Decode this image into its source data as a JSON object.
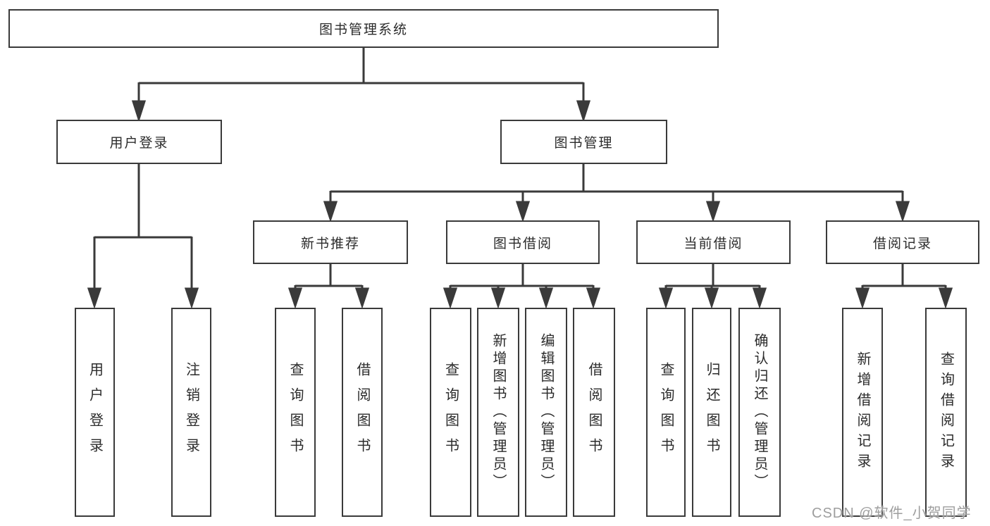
{
  "diagram": {
    "title": "图书管理系统",
    "watermark": "CSDN @软件_小贺同学",
    "colors": {
      "line": "#3a3a3a",
      "text": "#2b2b2b",
      "watermark": "#9e9e9e",
      "background": "#ffffff"
    },
    "nodes": {
      "root": {
        "label": "图书管理系统"
      },
      "user_login": {
        "label": "用户登录"
      },
      "book_mgmt": {
        "label": "图书管理"
      },
      "new_book_recommend": {
        "label": "新书推荐"
      },
      "book_borrow": {
        "label": "图书借阅"
      },
      "current_borrow": {
        "label": "当前借阅"
      },
      "borrow_record": {
        "label": "借阅记录"
      },
      "leaf_user_login": {
        "label": "用户登录"
      },
      "leaf_logout": {
        "label": "注销登录"
      },
      "nb_query_books": {
        "label": "查询图书"
      },
      "nb_borrow_books": {
        "label": "借阅图书"
      },
      "bb_query_books": {
        "label": "查询图书"
      },
      "bb_add_books": {
        "label": "新增图书（管理员）"
      },
      "bb_edit_books": {
        "label": "编辑图书（管理员）"
      },
      "bb_borrow_books": {
        "label": "借阅图书"
      },
      "cb_query_books": {
        "label": "查询图书"
      },
      "cb_return_books": {
        "label": "归还图书"
      },
      "cb_confirm_return": {
        "label": "确认归还（管理员）"
      },
      "br_add_record": {
        "label": "新增借阅记录"
      },
      "br_query_record": {
        "label": "查询借阅记录"
      }
    }
  }
}
